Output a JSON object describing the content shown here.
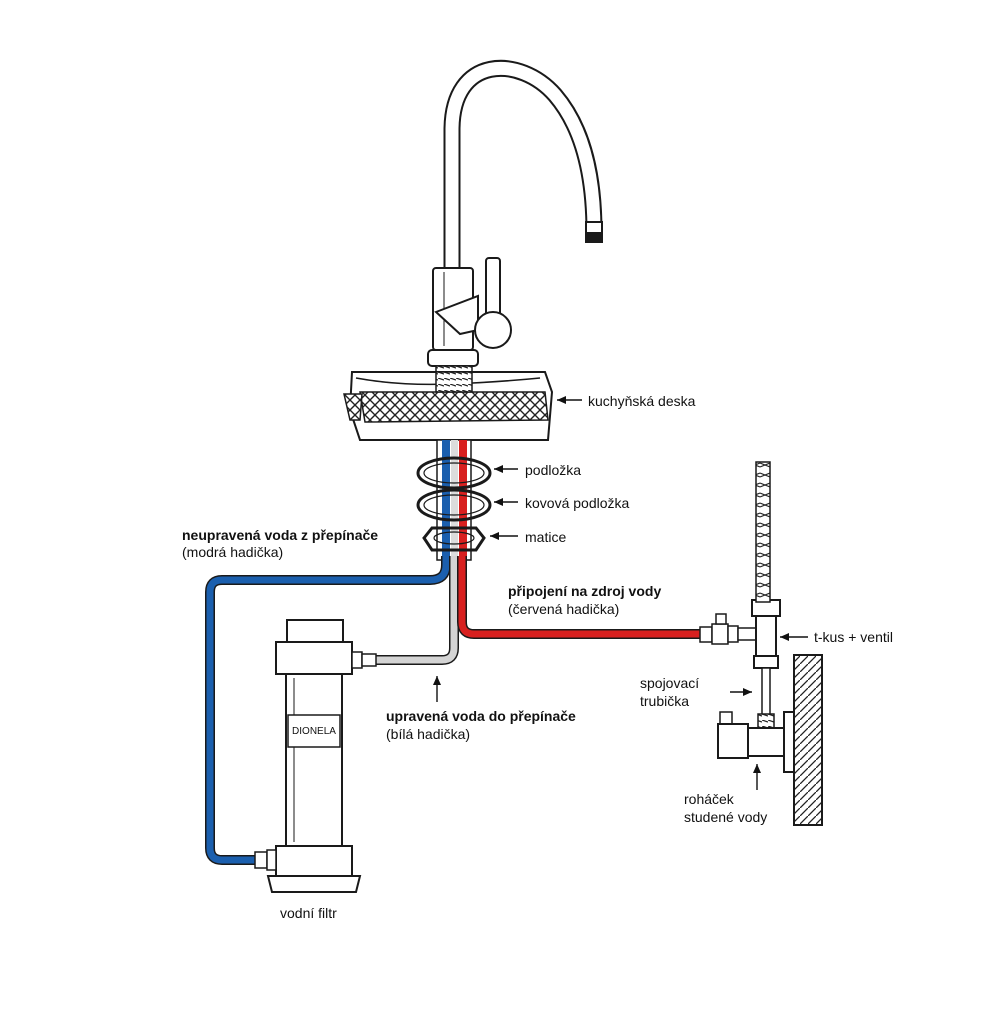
{
  "labels": {
    "countertop": "kuchyňská deska",
    "washer": "podložka",
    "metal_washer": "kovová podložka",
    "nut": "matice",
    "untreated_title": "neupravená voda z přepínače",
    "untreated_sub": "(modrá hadička)",
    "source_title": "připojení na zdroj vody",
    "source_sub": "(červená hadička)",
    "tee_valve": "t-kus + ventil",
    "connector_line1": "spojovací",
    "connector_line2": "trubička",
    "treated_title": "upravená voda do přepínače",
    "treated_sub": "(bílá hadička)",
    "angle_valve_line1": "roháček",
    "angle_valve_line2": "studené vody",
    "filter": "vodní filtr",
    "filter_brand": "DIONELA"
  },
  "colors": {
    "blue_hose": "#1b5fae",
    "red_hose": "#d8201f",
    "white_hose": "#cfcfcf",
    "outline": "#1a1a1a"
  }
}
